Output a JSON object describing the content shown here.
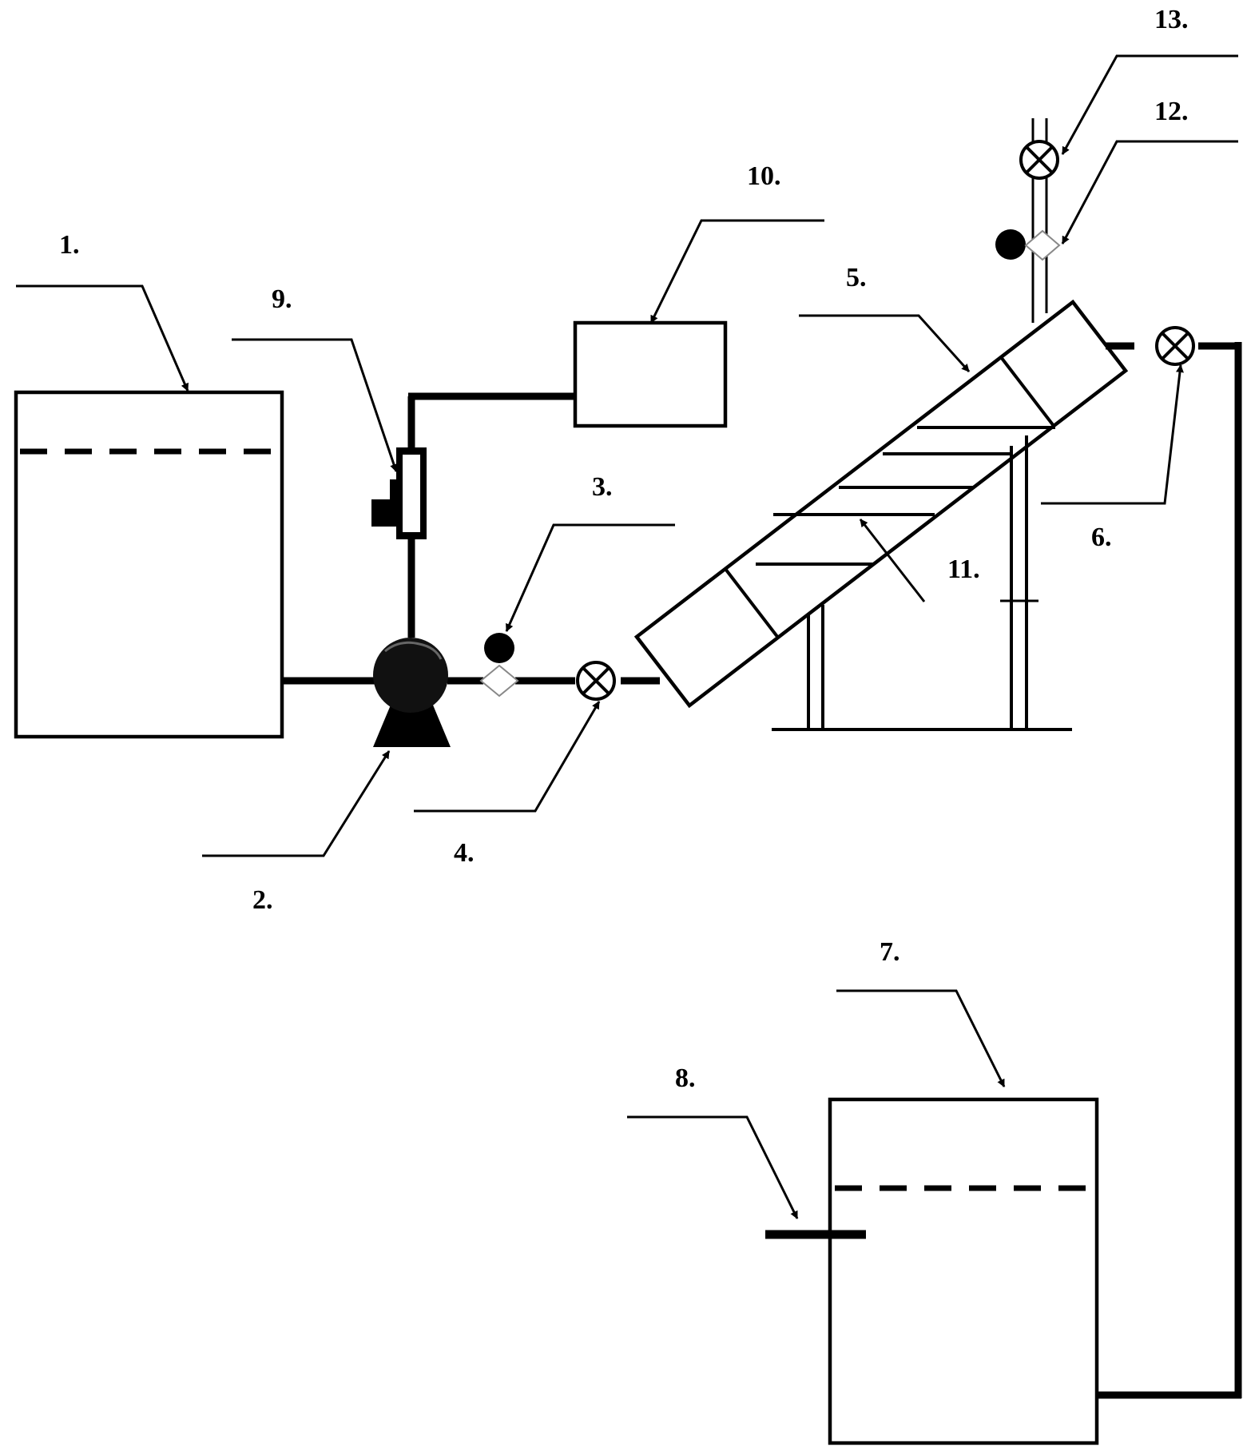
{
  "labels": {
    "n1": "1.",
    "n2": "2.",
    "n3": "3.",
    "n4": "4.",
    "n5": "5.",
    "n6": "6.",
    "n7": "7.",
    "n8": "8.",
    "n9": "9.",
    "n10": "10.",
    "n11": "11.",
    "n12": "12.",
    "n13": "13."
  }
}
